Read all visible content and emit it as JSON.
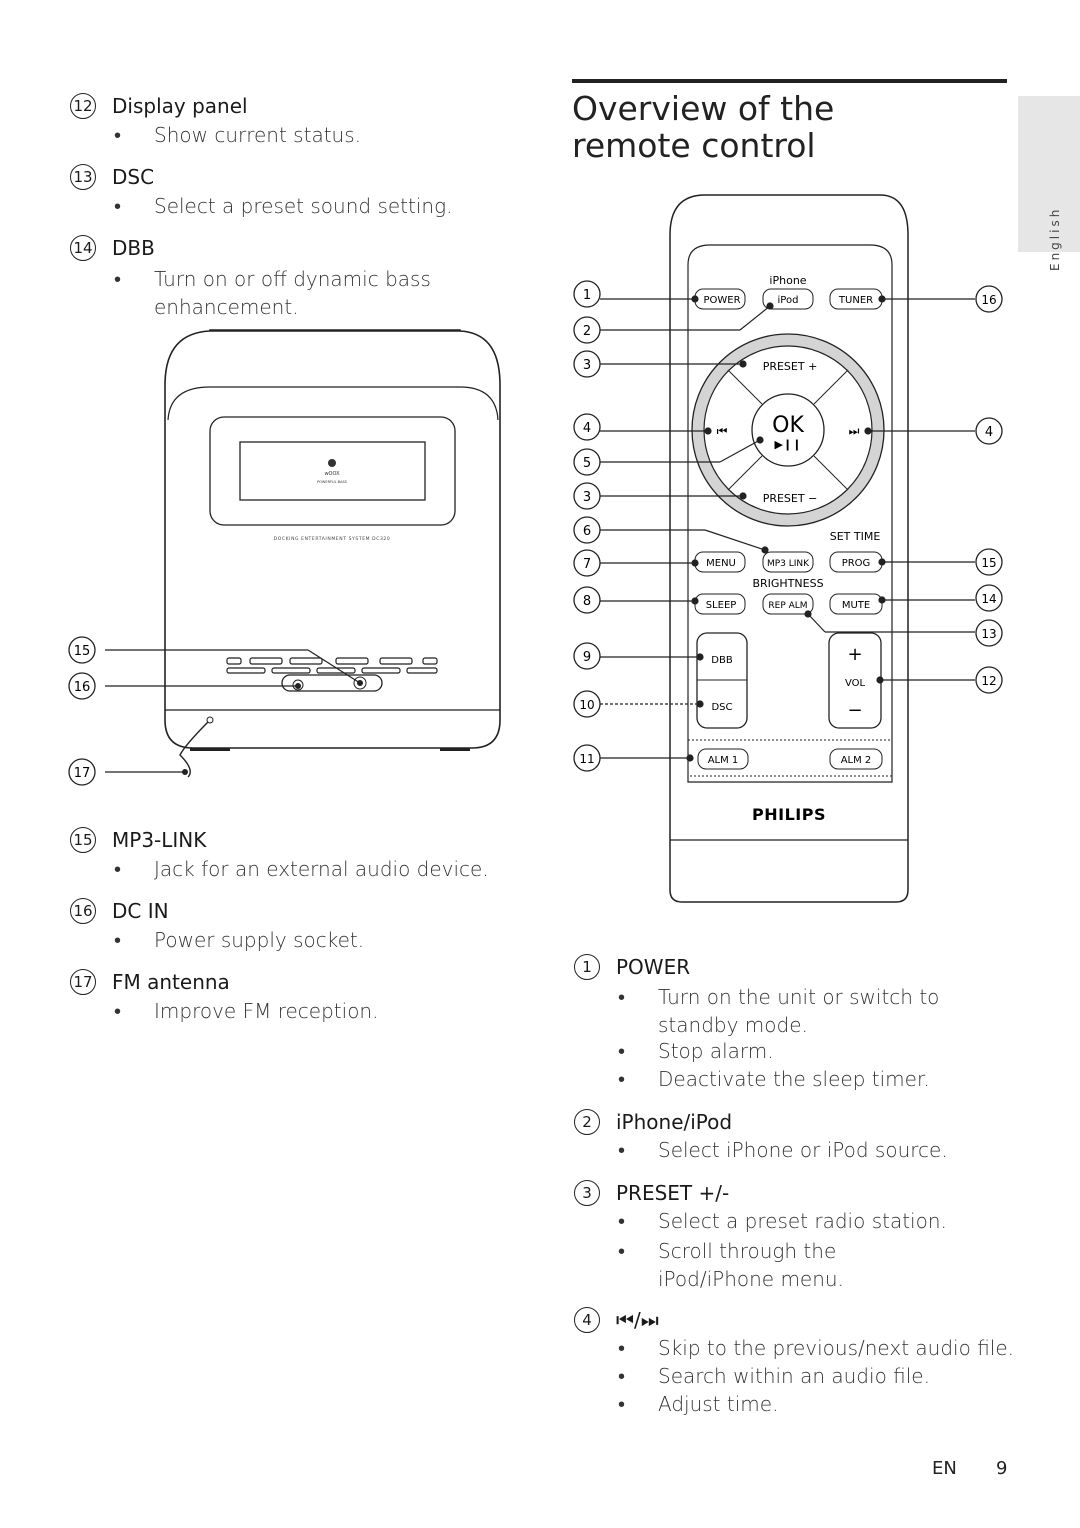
{
  "side_tab": "English",
  "heading": "Overview of the remote control",
  "left_items": [
    {
      "num": "12",
      "label": "Display panel",
      "bullets": [
        "Show current status."
      ]
    },
    {
      "num": "13",
      "label": "DSC",
      "bullets": [
        "Select a preset sound setting."
      ]
    },
    {
      "num": "14",
      "label": "DBB",
      "bullets": [
        "Turn on or off dynamic bass enhancement."
      ]
    },
    {
      "num": "15",
      "label": "MP3-LINK",
      "bullets": [
        "Jack for an external audio device."
      ]
    },
    {
      "num": "16",
      "label": "DC IN",
      "bullets": [
        "Power supply socket."
      ]
    },
    {
      "num": "17",
      "label": "FM antenna",
      "bullets": [
        "Improve FM reception."
      ]
    }
  ],
  "right_items": [
    {
      "num": "1",
      "label": "POWER",
      "bullets": [
        "Turn on the unit or switch to standby mode.",
        "Stop alarm.",
        "Deactivate the sleep timer."
      ]
    },
    {
      "num": "2",
      "label": "iPhone/iPod",
      "bullets": [
        "Select iPhone or iPod source."
      ]
    },
    {
      "num": "3",
      "label": "PRESET +/-",
      "bullets": [
        "Select a preset radio station.",
        "Scroll through the iPod/iPhone menu."
      ]
    },
    {
      "num": "4",
      "label": "⏮/⏭",
      "bullets": [
        "Skip to the previous/next audio file.",
        "Search within an audio file.",
        "Adjust time."
      ]
    }
  ],
  "device": {
    "brand_small": "wOOX",
    "brand_sub": "POWERFUL BASS",
    "model_text": "DOCKING ENTERTAINMENT SYSTEM DC320",
    "callouts": [
      "15",
      "16",
      "17"
    ]
  },
  "remote": {
    "iphone_label": "iPhone",
    "power": "POWER",
    "ipod": "iPod",
    "tuner": "TUNER",
    "preset_plus": "PRESET +",
    "preset_minus": "PRESET −",
    "ok": "OK",
    "play_pause": "▶❙❙",
    "prev": "⏮",
    "next": "⏭",
    "set_time": "SET TIME",
    "menu": "MENU",
    "mp3link": "MP3 LINK",
    "prog": "PROG",
    "brightness": "BRIGHTNESS",
    "sleep": "SLEEP",
    "rep_alm": "REP ALM",
    "mute": "MUTE",
    "dbb": "DBB",
    "dsc": "DSC",
    "vol_plus": "+",
    "vol": "VOL",
    "vol_minus": "−",
    "alm1": "ALM 1",
    "alm2": "ALM 2",
    "brand": "PHILIPS",
    "left_callouts": [
      "1",
      "2",
      "3",
      "4",
      "5",
      "3",
      "6",
      "7",
      "8",
      "9",
      "10",
      "11"
    ],
    "right_callouts": [
      "16",
      "4",
      "15",
      "14",
      "13",
      "12"
    ]
  },
  "footer": {
    "lang": "EN",
    "page": "9"
  }
}
